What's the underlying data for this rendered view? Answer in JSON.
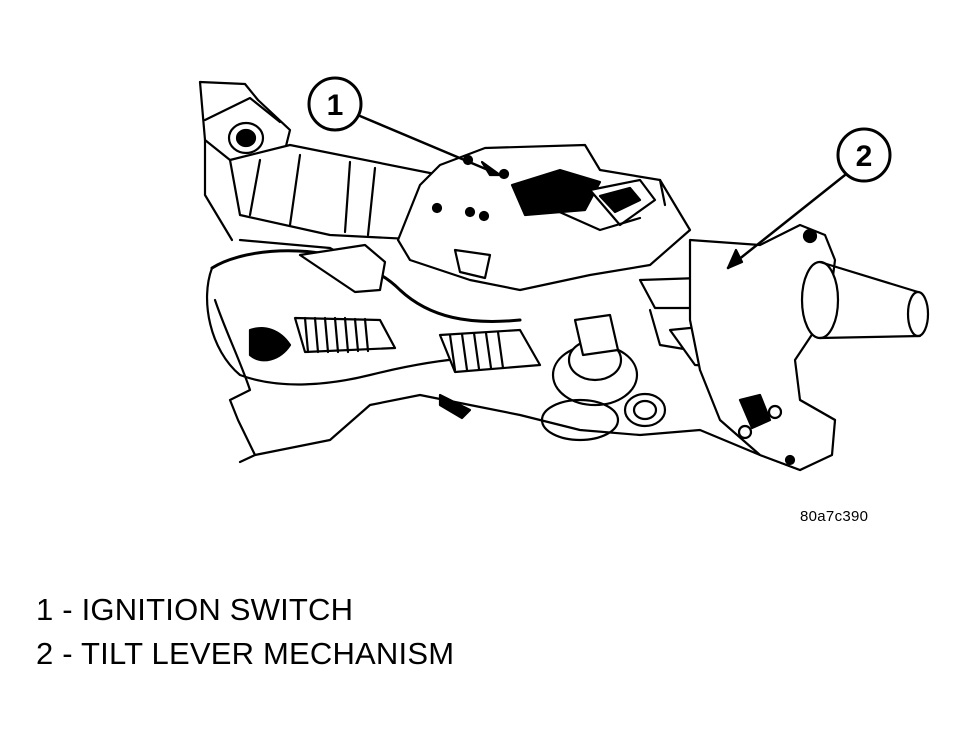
{
  "callouts": [
    {
      "number": "1"
    },
    {
      "number": "2"
    }
  ],
  "figure_code": "80a7c390",
  "legend": [
    {
      "text": "1 - IGNITION SWITCH"
    },
    {
      "text": "2 - TILT LEVER MECHANISM"
    }
  ]
}
